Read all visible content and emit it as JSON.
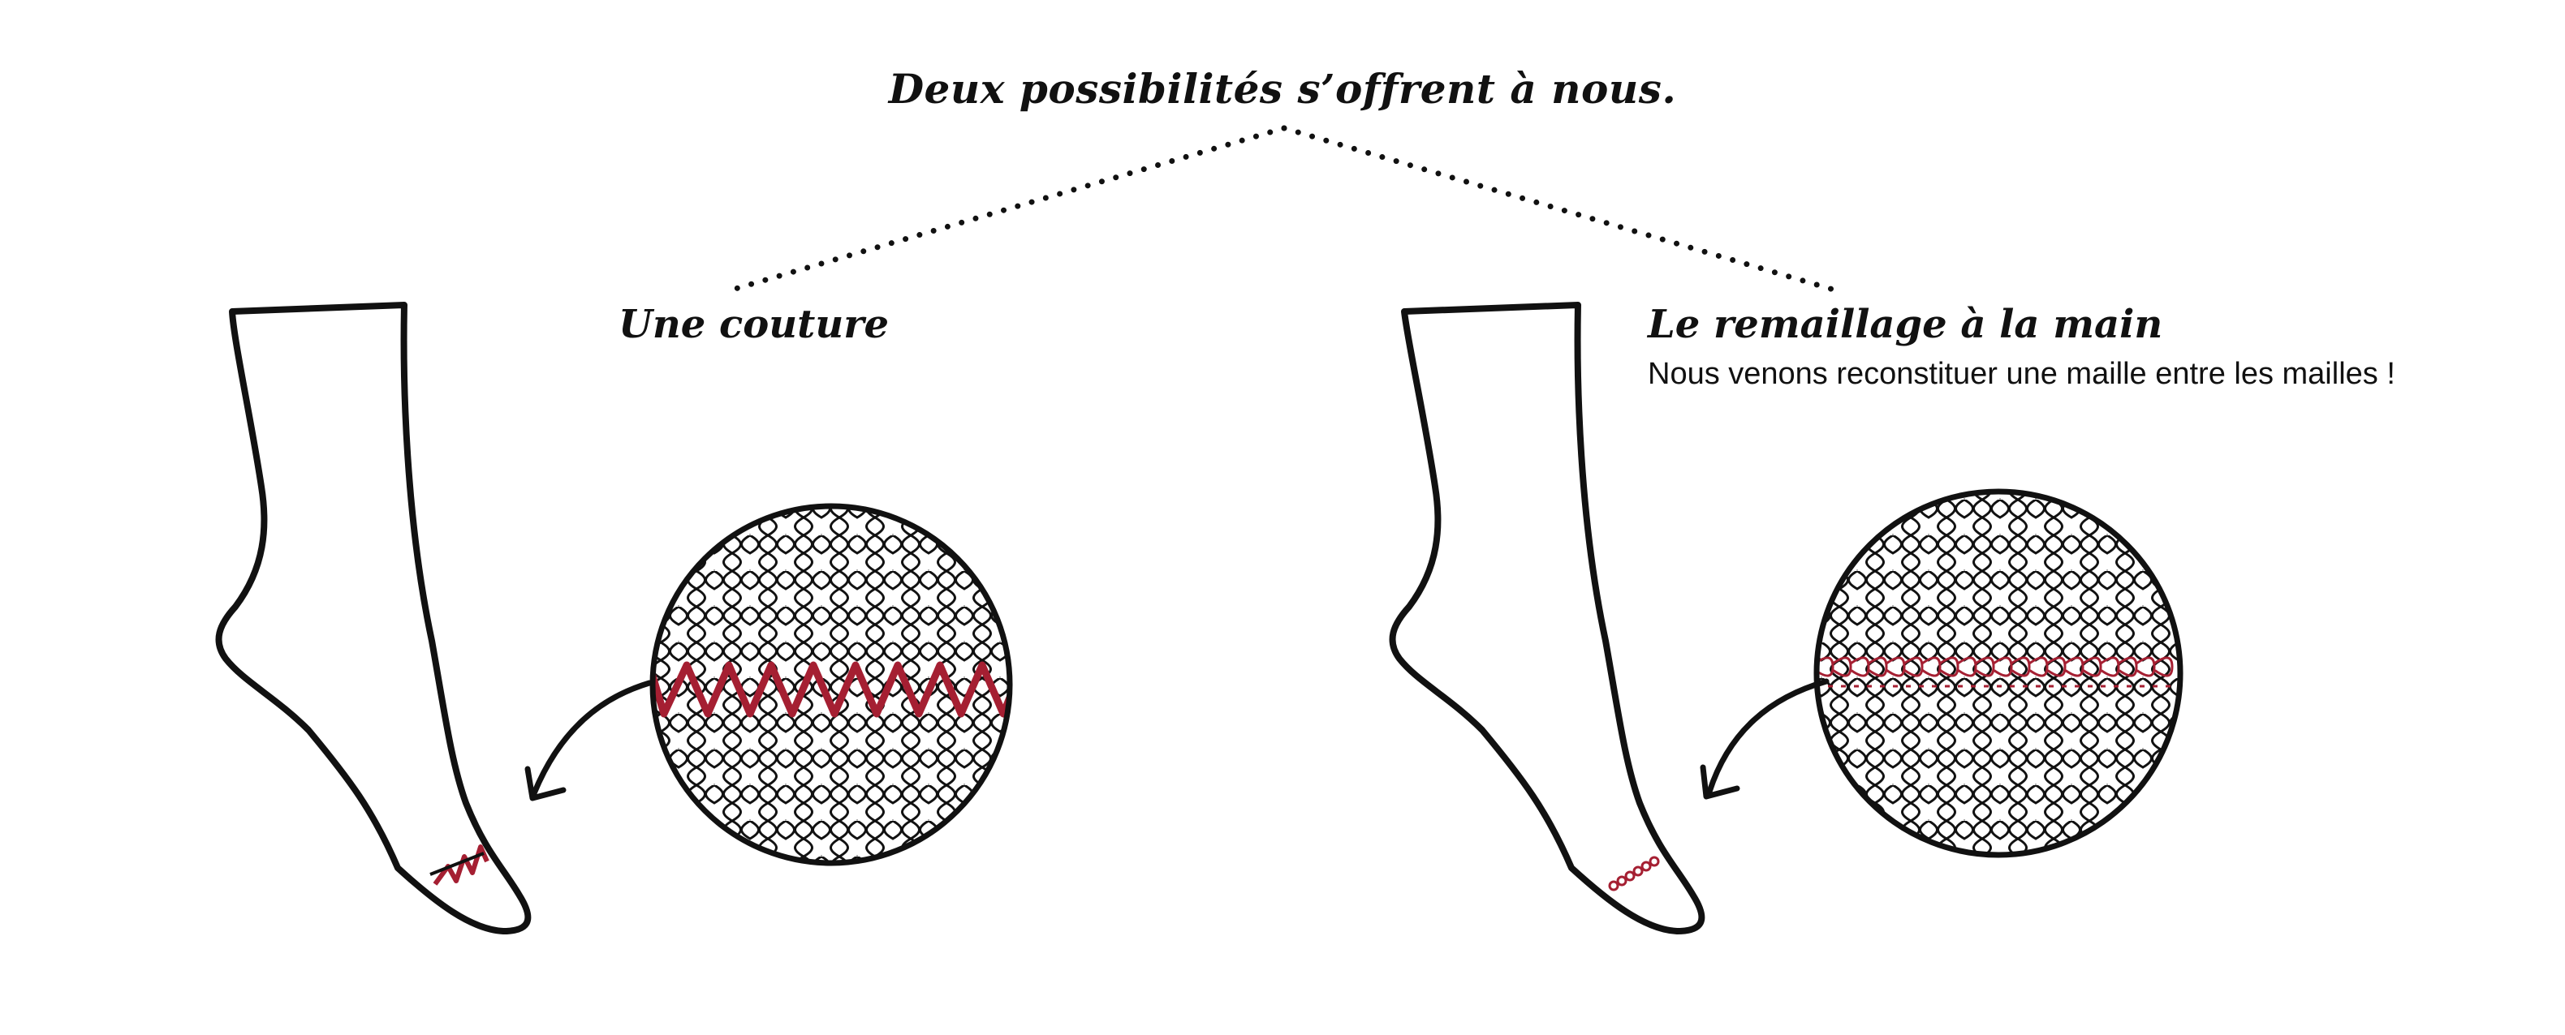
{
  "title": "Deux possibilités s’offrent à nous.",
  "options": [
    {
      "label": "Une couture",
      "description": ""
    },
    {
      "label": "Le remaillage à la main",
      "description": "Nous venons reconstituer une maille entre les mailles !"
    }
  ],
  "colors": {
    "ink": "#111111",
    "accent": "#a51f32"
  }
}
